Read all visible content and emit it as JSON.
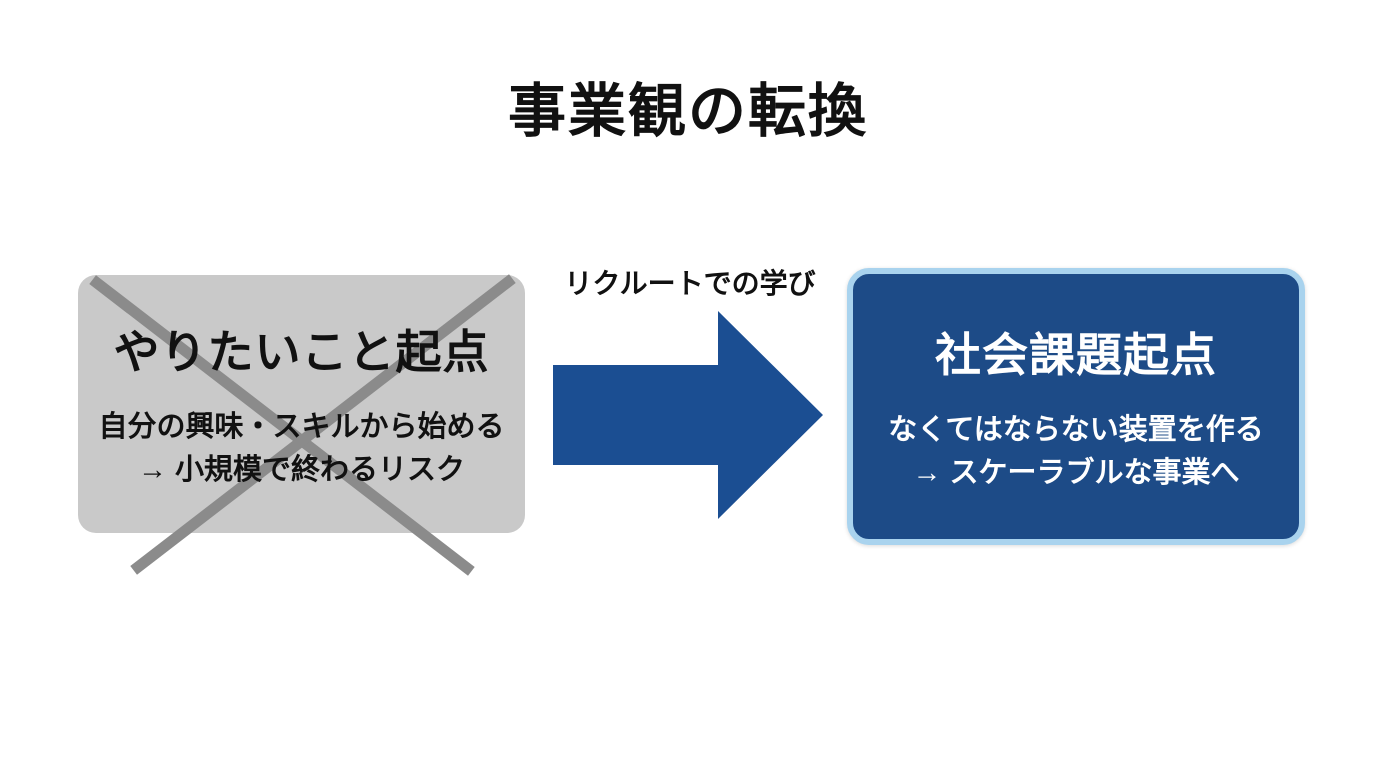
{
  "slide": {
    "title": "事業観の転換"
  },
  "left_box": {
    "title": "やりたいこと起点",
    "line1": "自分の興味・スキルから始める",
    "line2": "→ 小規模で終わるリスク"
  },
  "arrow": {
    "label": "リクルートでの学び"
  },
  "right_box": {
    "title": "社会課題起点",
    "line1": "なくてはならない装置を作る",
    "line2": "→ スケーラブルな事業へ"
  },
  "colors": {
    "background": "#ffffff",
    "title_text": "#111111",
    "left_box_bg": "#c9c9c9",
    "cross_stroke": "#8b8b8b",
    "arrow_fill": "#1b4e92",
    "right_box_bg": "#1d4b87",
    "right_box_border": "#a9d3ee",
    "right_box_text": "#ffffff"
  }
}
